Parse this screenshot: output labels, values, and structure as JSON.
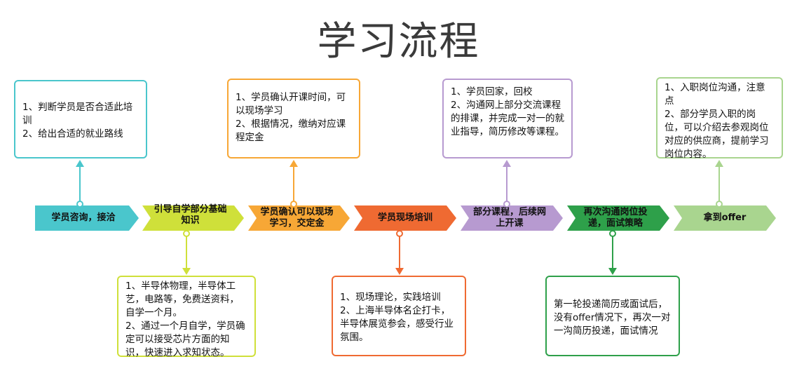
{
  "title": "学习流程",
  "steps": [
    {
      "label": "学员咨询，接洽",
      "color": "#4ac6cc"
    },
    {
      "label": "引导自学部分基础知识",
      "color": "#cfe03a"
    },
    {
      "label": "学员确认可以现场学习，交定金",
      "color": "#f7a736"
    },
    {
      "label": "学员现场培训",
      "color": "#ef6a32"
    },
    {
      "label": "部分课程，后续网上开课",
      "color": "#b79ad0"
    },
    {
      "label": "再次沟通岗位投递，面试策略",
      "color": "#2ea04a"
    },
    {
      "label": "拿到offer",
      "color": "#a9d58f"
    }
  ],
  "boxes": {
    "b1": [
      "1、判断学员是否合适此培训",
      "2、给出合适的就业路线"
    ],
    "b2": [
      "1、半导体物理，半导体工艺，电路等，免费送资料，自学一个月。",
      "2、通过一个月自学，学员确定可以接受芯片方面的知识，快速进入求知状态。"
    ],
    "b3": [
      "1、学员确认开课时间，可以现场学习",
      "2、根据情况，缴纳对应课程定金"
    ],
    "b4": [
      "1、现场理论，实践培训",
      "2、上海半导体名企打卡，半导体展览参会，感受行业氛围。"
    ],
    "b5": [
      "1、学员回家，回校",
      "2、沟通网上部分交流课程的排课，并完成一对一的就业指导，简历修改等课程。"
    ],
    "b6": [
      "第一轮投递简历或面试后，没有offer情况下，再次一对一沟简历投递，面试情况"
    ],
    "b7": [
      "1、入职岗位沟通，注意点",
      "2、部分学员入职的岗位，可以介绍去参观岗位对应的供应商，提前学习岗位内容。"
    ]
  }
}
